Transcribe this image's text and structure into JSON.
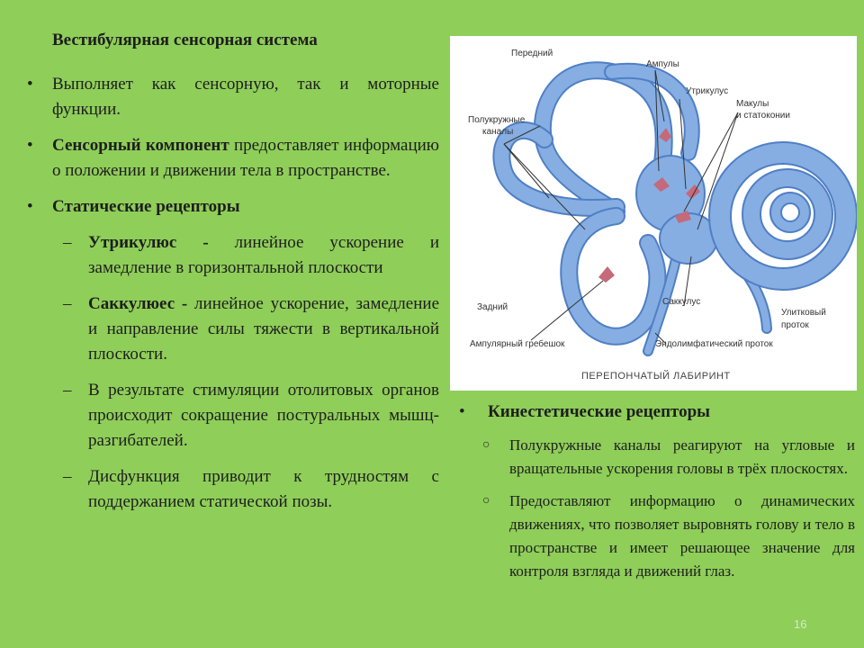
{
  "title": "Вестибулярная сенсорная система",
  "left": {
    "bullet1": "Выполняет как сенсорную, так и моторные функции.",
    "bullet2_bold": "Сенсорный компонент",
    "bullet2_rest": " предоставляет информацию о положении и движении тела в пространстве.",
    "bullet3_bold": "Статические рецепторы",
    "sub1_bold": "Утрикулюс -",
    "sub1_rest": " линейное ускорение и замедление в горизонтальной плоскости",
    "sub2_bold": "Саккулюес -",
    "sub2_rest": " линейное ускорение, замедление и направление силы тяжести в вертикальной плоскости.",
    "sub3": "В результате стимуляции отолитовых органов происходит сокращение постуральных мышц-разгибателей.",
    "sub4": "Дисфункция приводит к трудностям с поддержанием статической позы."
  },
  "right": {
    "heading": "Кинестетические рецепторы",
    "item1": "Полукружные каналы реагируют на угловые и вращательные ускорения головы в трёх плоскостях.",
    "item2": "Предоставляют информацию о динамических движениях, что позволяет выровнять голову и тело в пространстве и имеет решающее значение для контроля взгляда и движений глаз."
  },
  "figure": {
    "labels": {
      "anterior": "Передний",
      "ampullae": "Ампулы",
      "utricle": "Утрикулус",
      "maculae": "Макулы",
      "statoconia": "и статоконии",
      "canals1": "Полукружные",
      "canals2": "каналы",
      "posterior": "Задний",
      "saccule": "Саккулус",
      "cochlear_duct1": "Улитковый",
      "cochlear_duct2": "проток",
      "ampullary_crest": "Ампулярный гребешок",
      "endolymphatic_duct": "Эндолимфатический проток",
      "caption": "ПЕРЕПОНЧАТЫЙ ЛАБИРИНТ"
    },
    "colors": {
      "tube": "#86aee3",
      "tube_edge": "#4f7fc4",
      "macula": "#c46a7a"
    }
  },
  "page_number": "16"
}
